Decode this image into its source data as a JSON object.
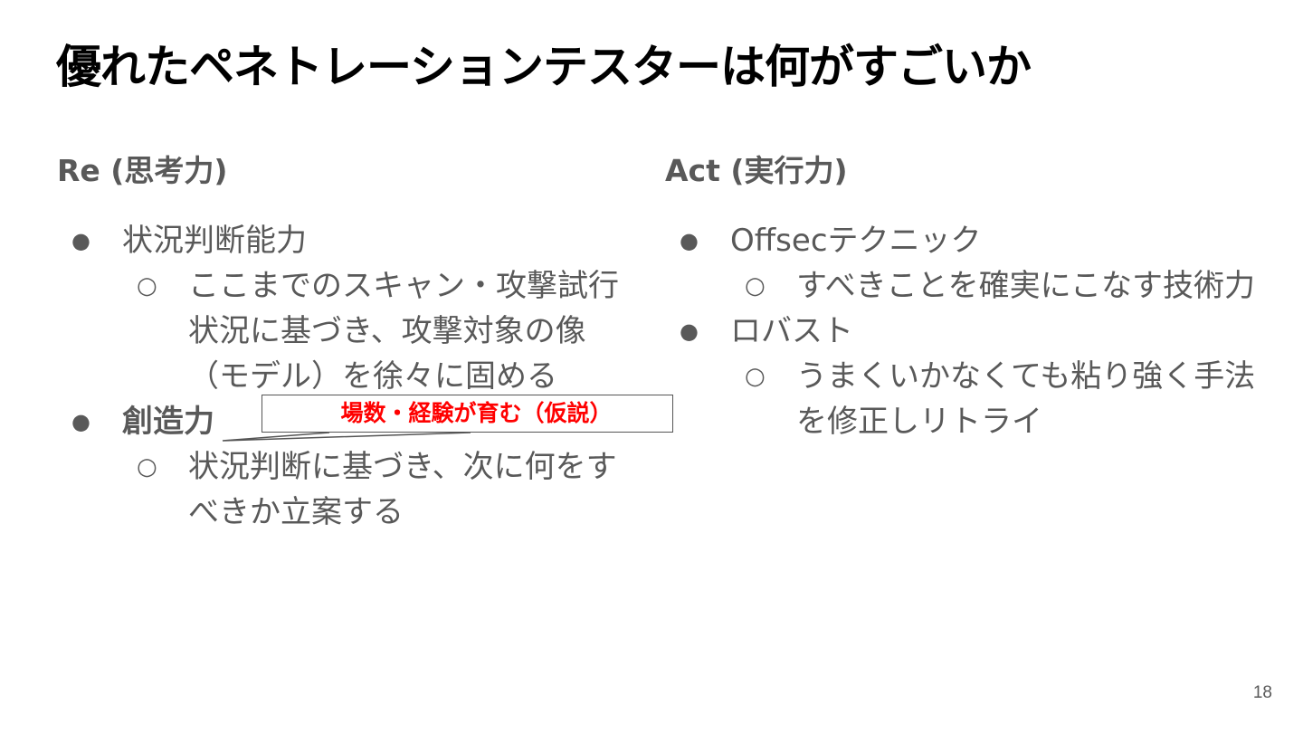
{
  "slide": {
    "title": "優れたペネトレーションテスターは何がすごいか",
    "page_number": "18"
  },
  "left_column": {
    "heading": "Re (思考力)",
    "items": [
      {
        "label": "状況判断能力",
        "sub": "ここまでのスキャン・攻撃試行状況に基づき、攻撃対象の像（モデル）を徐々に固める"
      },
      {
        "label": "創造力",
        "sub": "状況判断に基づき、次に何をすべきか立案する"
      }
    ]
  },
  "right_column": {
    "heading": "Act (実行力)",
    "items": [
      {
        "label": "Offsecテクニック",
        "sub": "すべきことを確実にこなす技術力"
      },
      {
        "label": "ロバスト",
        "sub": "うまくいかなくても粘り強く手法を修正しリトライ"
      }
    ]
  },
  "callout": {
    "text": "場数・経験が育む（仮説）",
    "text_color": "#ff0000",
    "border_color": "#555555"
  },
  "bullets": {
    "level1": "●",
    "level2": "○"
  },
  "colors": {
    "title": "#000000",
    "body": "#595959"
  }
}
